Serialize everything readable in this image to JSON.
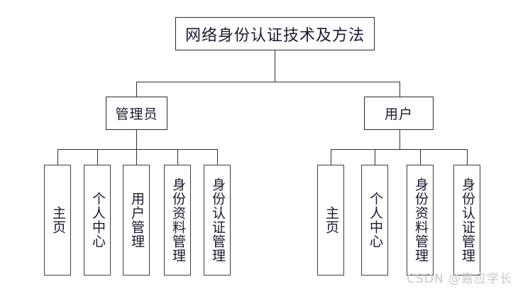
{
  "diagram": {
    "type": "hierarchy-tree",
    "root": {
      "label": "网络身份认证技术及方法"
    },
    "branches": [
      {
        "label": "管理员",
        "children": [
          {
            "label": "主页"
          },
          {
            "label": "个人中心"
          },
          {
            "label": "用户管理"
          },
          {
            "label": "身份资料管理"
          },
          {
            "label": "身份认证管理"
          }
        ]
      },
      {
        "label": "用户",
        "children": [
          {
            "label": "主页"
          },
          {
            "label": "个人中心"
          },
          {
            "label": "身份资料管理"
          },
          {
            "label": "身份认证管理"
          }
        ]
      }
    ]
  },
  "watermark": {
    "text": "CSDN @嘉应学长"
  },
  "colors": {
    "background": "#ffffff",
    "box_border": "#3d3d3d",
    "connector": "#2f2f2f",
    "text": "#1a1a2e",
    "watermark": "#c9c9c9"
  }
}
